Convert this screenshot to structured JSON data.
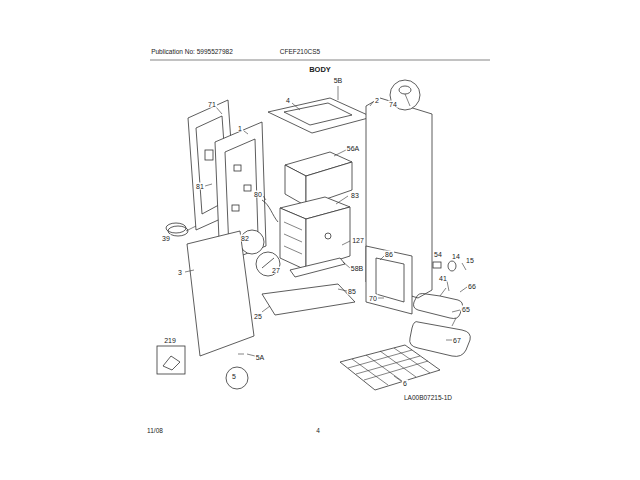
{
  "diagram": {
    "title": "BODY",
    "labels": [
      "Publication No: 5995527982",
      "CFEF210CS5",
      "71",
      "4",
      "5B",
      "2",
      "74",
      "1",
      "56A",
      "81",
      "80",
      "83",
      "39",
      "82",
      "127",
      "86",
      "54",
      "14",
      "15",
      "27",
      "3",
      "58B",
      "85",
      "41",
      "66",
      "70",
      "65",
      "25",
      "67",
      "219",
      "5A",
      "5",
      "6",
      "LA00B07215-1D",
      "11/08",
      "4"
    ]
  }
}
